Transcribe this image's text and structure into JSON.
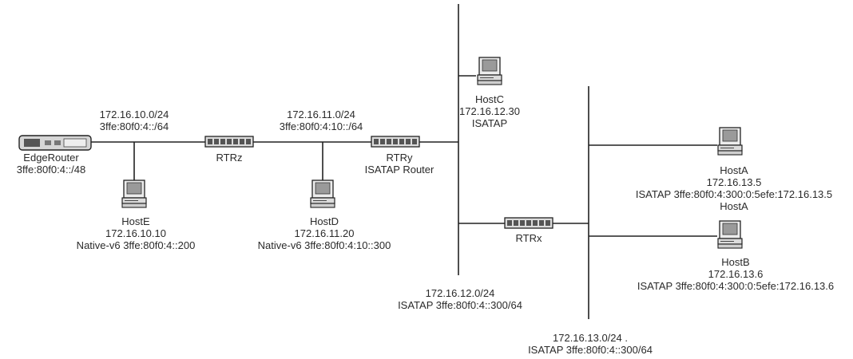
{
  "subnets": {
    "s10": {
      "line1": "172.16.10.0/24",
      "line2": "3ffe:80f0:4::/64"
    },
    "s11": {
      "line1": "172.16.11.0/24",
      "line2": "3ffe:80f0:4:10::/64"
    },
    "s12": {
      "line1": "172.16.12.0/24",
      "line2": "ISATAP 3ffe:80f0:4::300/64"
    },
    "s13": {
      "line1": "172.16.13.0/24  .",
      "line2": "ISATAP 3ffe:80f0:4::300/64"
    }
  },
  "devices": {
    "edge_router": {
      "name": "EdgeRouter",
      "addr": "3ffe:80f0:4::/48"
    },
    "rtrz": {
      "name": "RTRz"
    },
    "rtry": {
      "name": "RTRy",
      "role": "ISATAP Router"
    },
    "rtrx": {
      "name": "RTRx"
    },
    "hoste": {
      "name": "HostE",
      "ipv4": "172.16.10.10",
      "ipv6": "Native-v6 3ffe:80f0:4::200"
    },
    "hostd": {
      "name": "HostD",
      "ipv4": "172.16.11.20",
      "ipv6": "Native-v6 3ffe:80f0:4:10::300"
    },
    "hostc": {
      "name": "HostC",
      "ipv4": "172.16.12.30",
      "ipv6": "ISATAP"
    },
    "hosta": {
      "name": "HostA",
      "ipv4": "172.16.13.5",
      "ipv6": "ISATAP 3ffe:80f0:4:300:0:5efe:172.16.13.5",
      "extra": "HostA"
    },
    "hostb": {
      "name": "HostB",
      "ipv4": "172.16.13.6",
      "ipv6": "ISATAP 3ffe:80f0:4:300:0:5efe:172.16.13.6"
    }
  },
  "colors": {
    "line": "#222222",
    "device_fill": "#d8d8d8",
    "screen": "#9a9a9a"
  }
}
